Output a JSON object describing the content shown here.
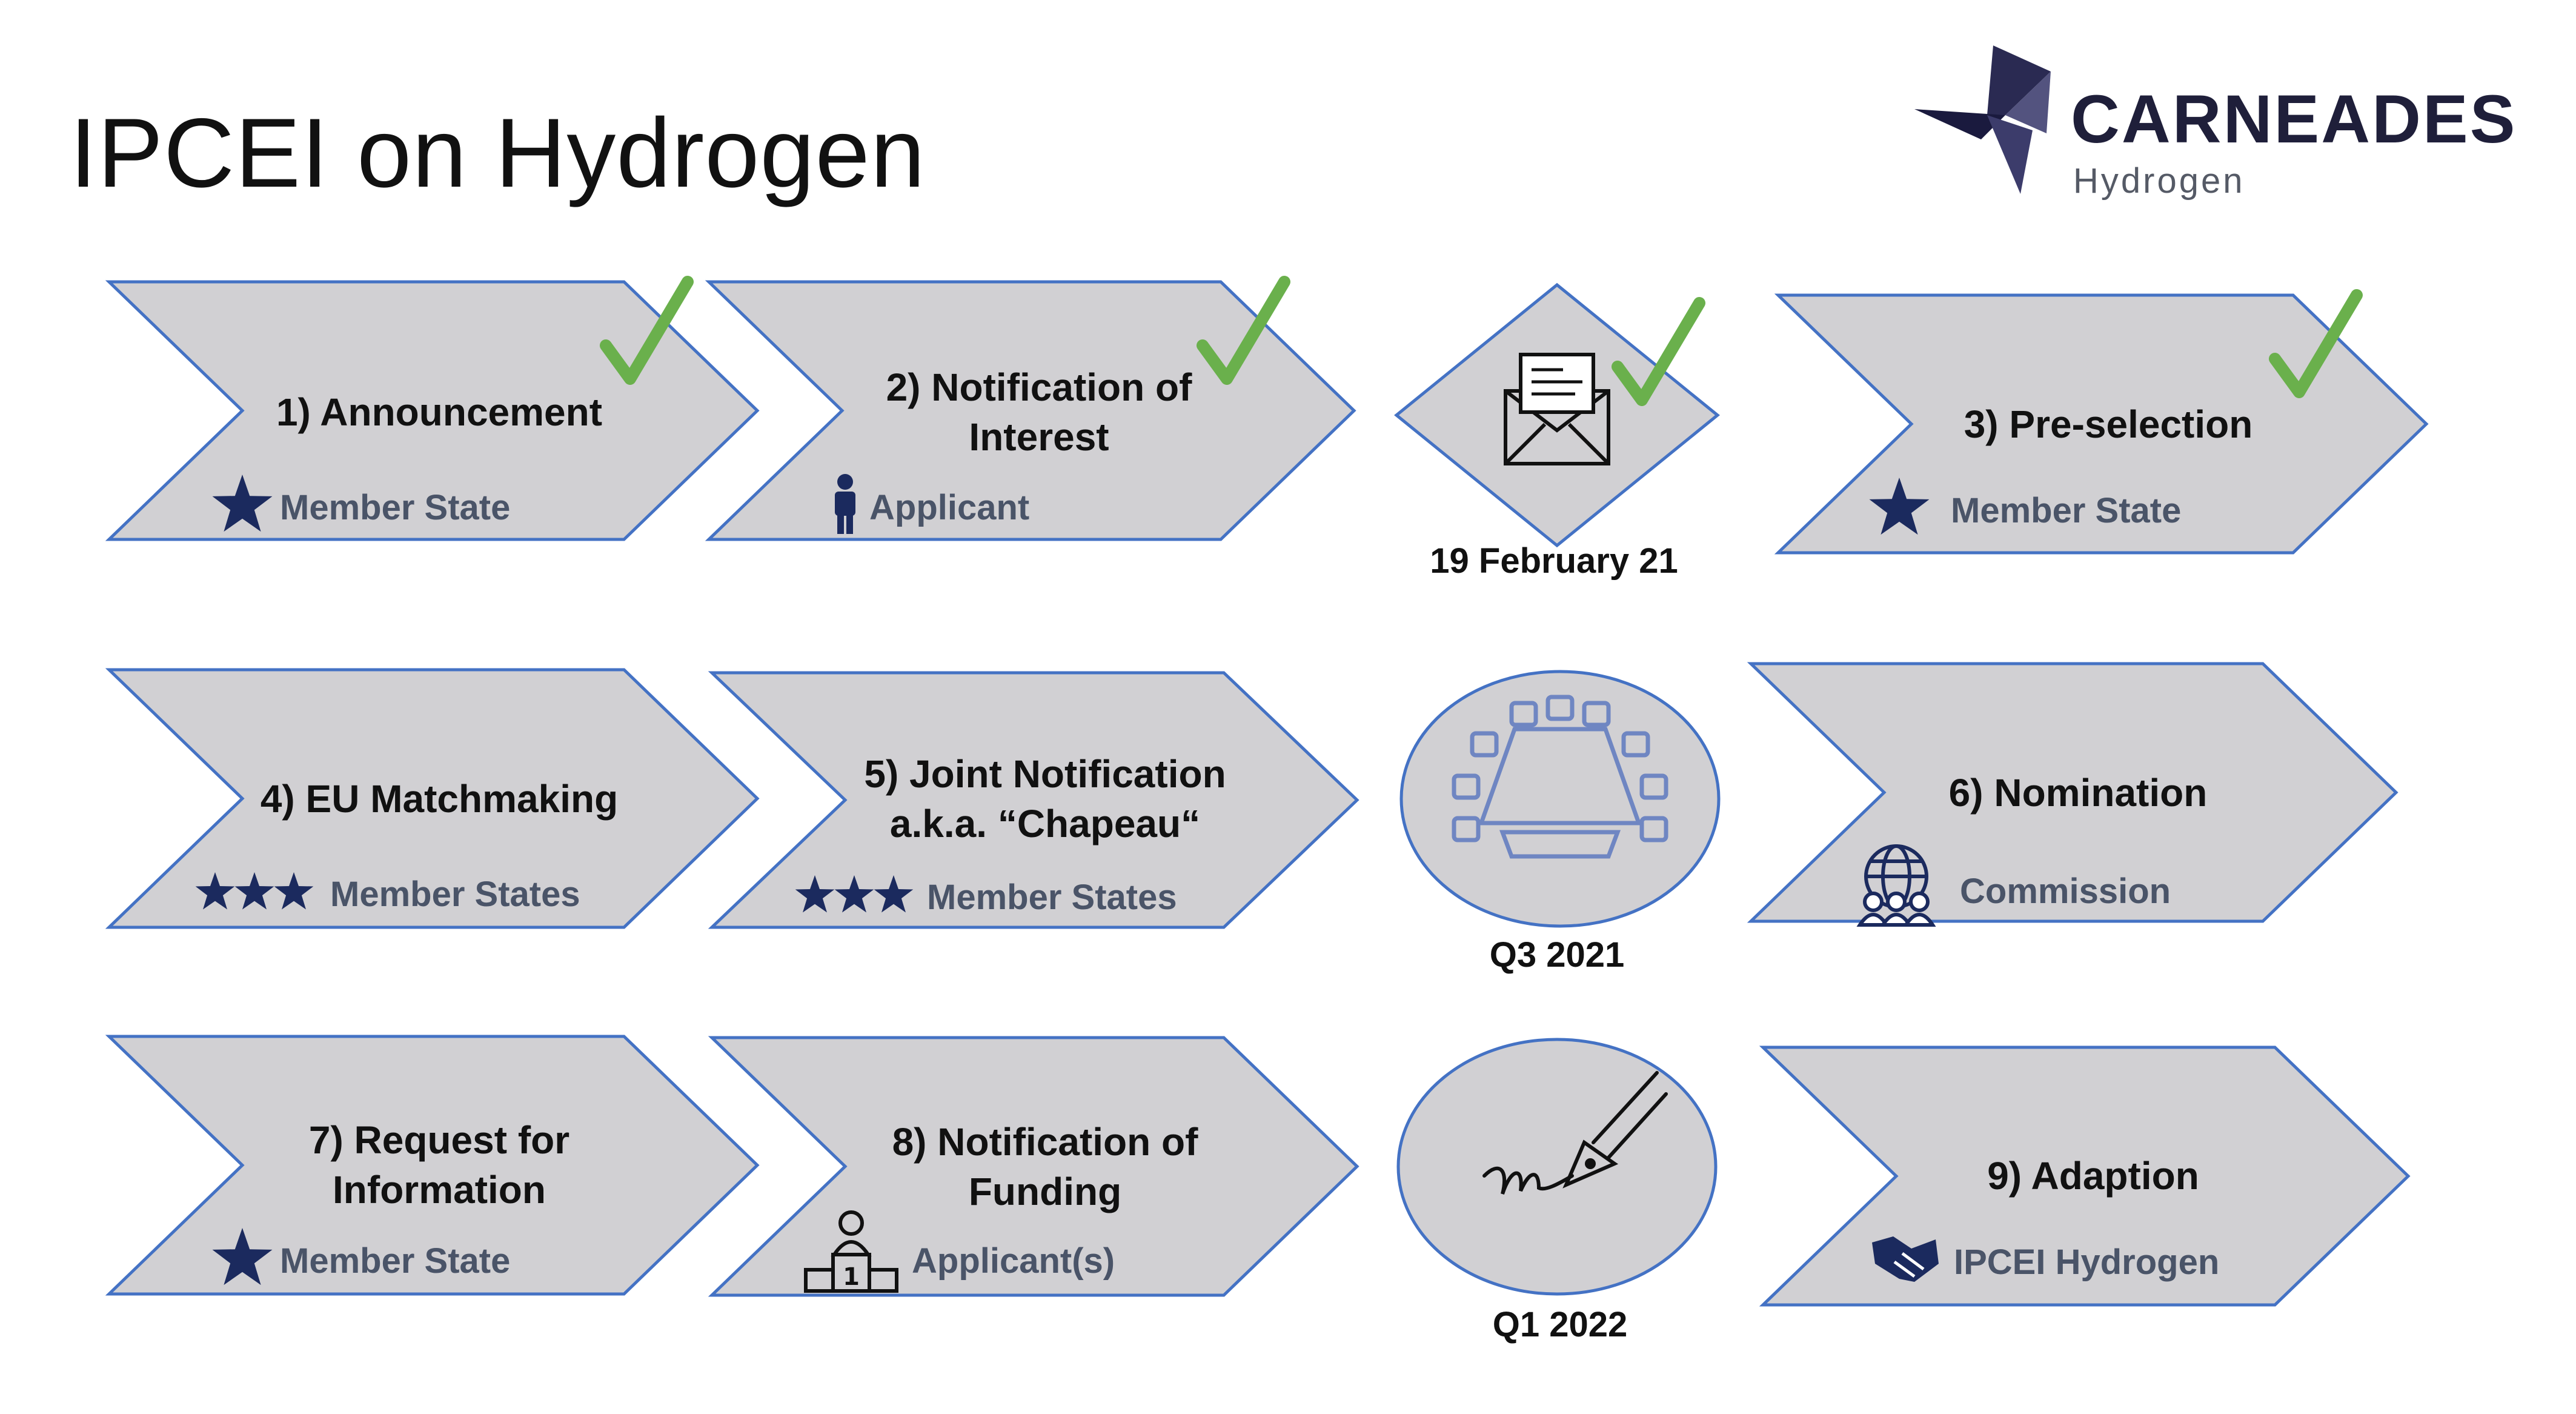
{
  "title": "IPCEI on Hydrogen",
  "logo": {
    "name": "CARNEADES",
    "subtitle": "Hydrogen"
  },
  "colors": {
    "shape_fill": "#d1d0d3",
    "shape_stroke": "#4472c4",
    "check": "#6ab04c",
    "star": "#1b2a5e",
    "role_text": "#4a5468"
  },
  "steps": [
    {
      "label_lines": [
        "1) Announcement"
      ],
      "role": "Member State",
      "role_icon": "star-icon",
      "completed": true
    },
    {
      "label_lines": [
        "2) Notification of",
        "Interest"
      ],
      "role": "Applicant",
      "role_icon": "person-icon",
      "completed": true
    },
    {
      "label_lines": [
        "3) Pre-selection"
      ],
      "role": "Member State",
      "role_icon": "star-icon",
      "completed": true
    },
    {
      "label_lines": [
        "4) EU Matchmaking"
      ],
      "role": "Member States",
      "role_icon": "three-stars-icon",
      "completed": false
    },
    {
      "label_lines": [
        "5) Joint Notification",
        "a.k.a. “Chapeau“"
      ],
      "role": "Member States",
      "role_icon": "three-stars-icon",
      "completed": false
    },
    {
      "label_lines": [
        "6) Nomination"
      ],
      "role": "Commission",
      "role_icon": "globe-people-icon",
      "completed": false
    },
    {
      "label_lines": [
        "7) Request for",
        "Information"
      ],
      "role": "Member State",
      "role_icon": "star-icon",
      "completed": false
    },
    {
      "label_lines": [
        "8) Notification of",
        "Funding"
      ],
      "role": "Applicant(s)",
      "role_icon": "podium-icon",
      "completed": false
    },
    {
      "label_lines": [
        "9) Adaption"
      ],
      "role": "IPCEI Hydrogen",
      "role_icon": "handshake-icon",
      "completed": false
    }
  ],
  "milestones": [
    {
      "date": "19 February 21",
      "icon": "envelope-icon",
      "shape": "diamond",
      "completed": true
    },
    {
      "date": "Q3 2021",
      "icon": "meeting-table-icon",
      "shape": "circle",
      "completed": false
    },
    {
      "date": "Q1 2022",
      "icon": "signature-pen-icon",
      "shape": "circle",
      "completed": false
    }
  ]
}
